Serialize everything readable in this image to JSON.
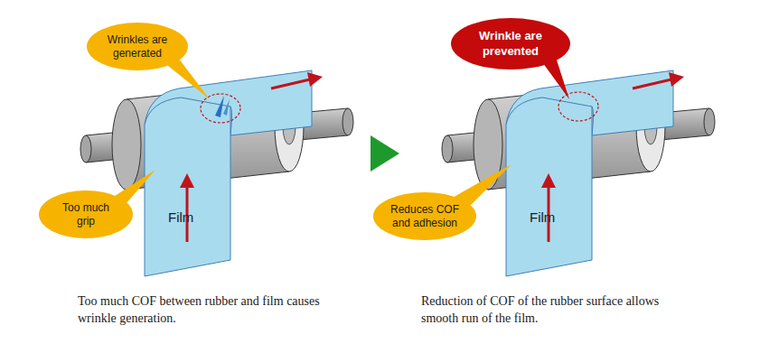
{
  "diagram": {
    "nodes": [
      {
        "text": [
          "Wrinkles are generated"
        ]
      },
      {
        "text": [
          "Too much grip"
        ]
      },
      {
        "text": [
          "Wrinkle are prevented"
        ]
      },
      {
        "text": [
          "Reduces COF and adhesion"
        ]
      }
    ],
    "labels": [
      "Film",
      "Film",
      "Too much COF between rubber and film causes wrinkle generation.",
      "Reduction of COF of the rubber surface allows smooth run of the film."
    ]
  }
}
